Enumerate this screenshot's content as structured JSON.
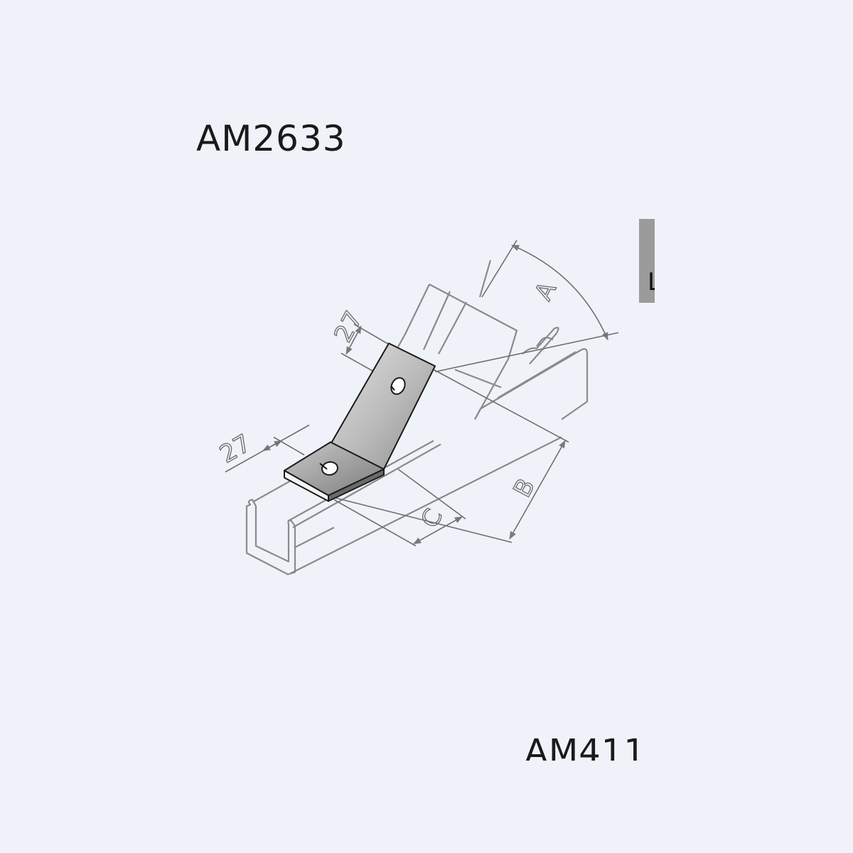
{
  "labels": {
    "top_code": "AM2633",
    "bottom_code": "AM411"
  },
  "dimensions": {
    "slot_width_upper": "27",
    "slot_width_lower": "27",
    "dim_a": "A",
    "dim_b": "B",
    "dim_c": "C"
  },
  "colors": {
    "background": "#eff3f9",
    "line": "#8a8a8a",
    "bracket_light": "#cfcfcf",
    "bracket_dark": "#8f8f8f"
  }
}
